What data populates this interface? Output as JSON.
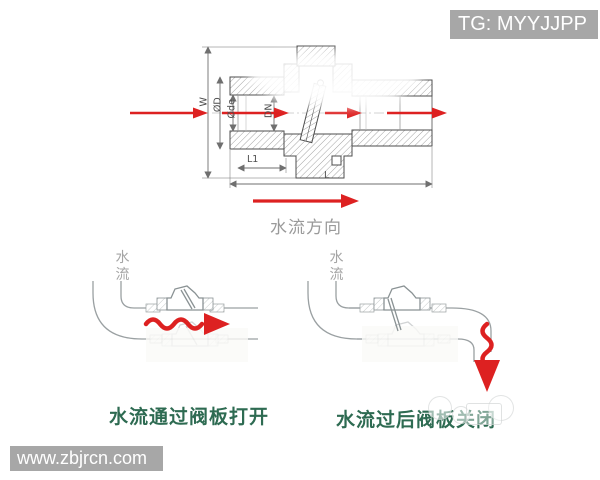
{
  "banners": {
    "top_right": {
      "text": "TG: MYYJJPP"
    },
    "bottom_left": {
      "text": "www.zbjrcn.com"
    },
    "bg_color": "#a7a7a7",
    "text_color": "#ffffff"
  },
  "main_diagram": {
    "subject": "check-valve cross-section drawing",
    "dimension_labels": {
      "w": "W",
      "od": "ØD",
      "ode": "Øde",
      "dn": "DN",
      "l1": "L1",
      "l": "L"
    },
    "flow_direction_label": "水流方向",
    "flow_direction": "right",
    "arrow_color": "#dd2121",
    "line_color": "#4e4e4e"
  },
  "sub_diagrams": {
    "left": {
      "flow_label": "水流",
      "caption": "水流通过阀板打开",
      "flow_direction": "right"
    },
    "right": {
      "flow_label": "水流",
      "caption": "水流过后阀板关闭",
      "flow_direction": "down"
    }
  },
  "colors": {
    "caption_green": "#2e6b52",
    "muted_gray_text": "#9a9a9a",
    "pipe_gray": "#9aa0a2",
    "arrow_red": "#dd2121",
    "banner_gray": "#a7a7a7"
  }
}
